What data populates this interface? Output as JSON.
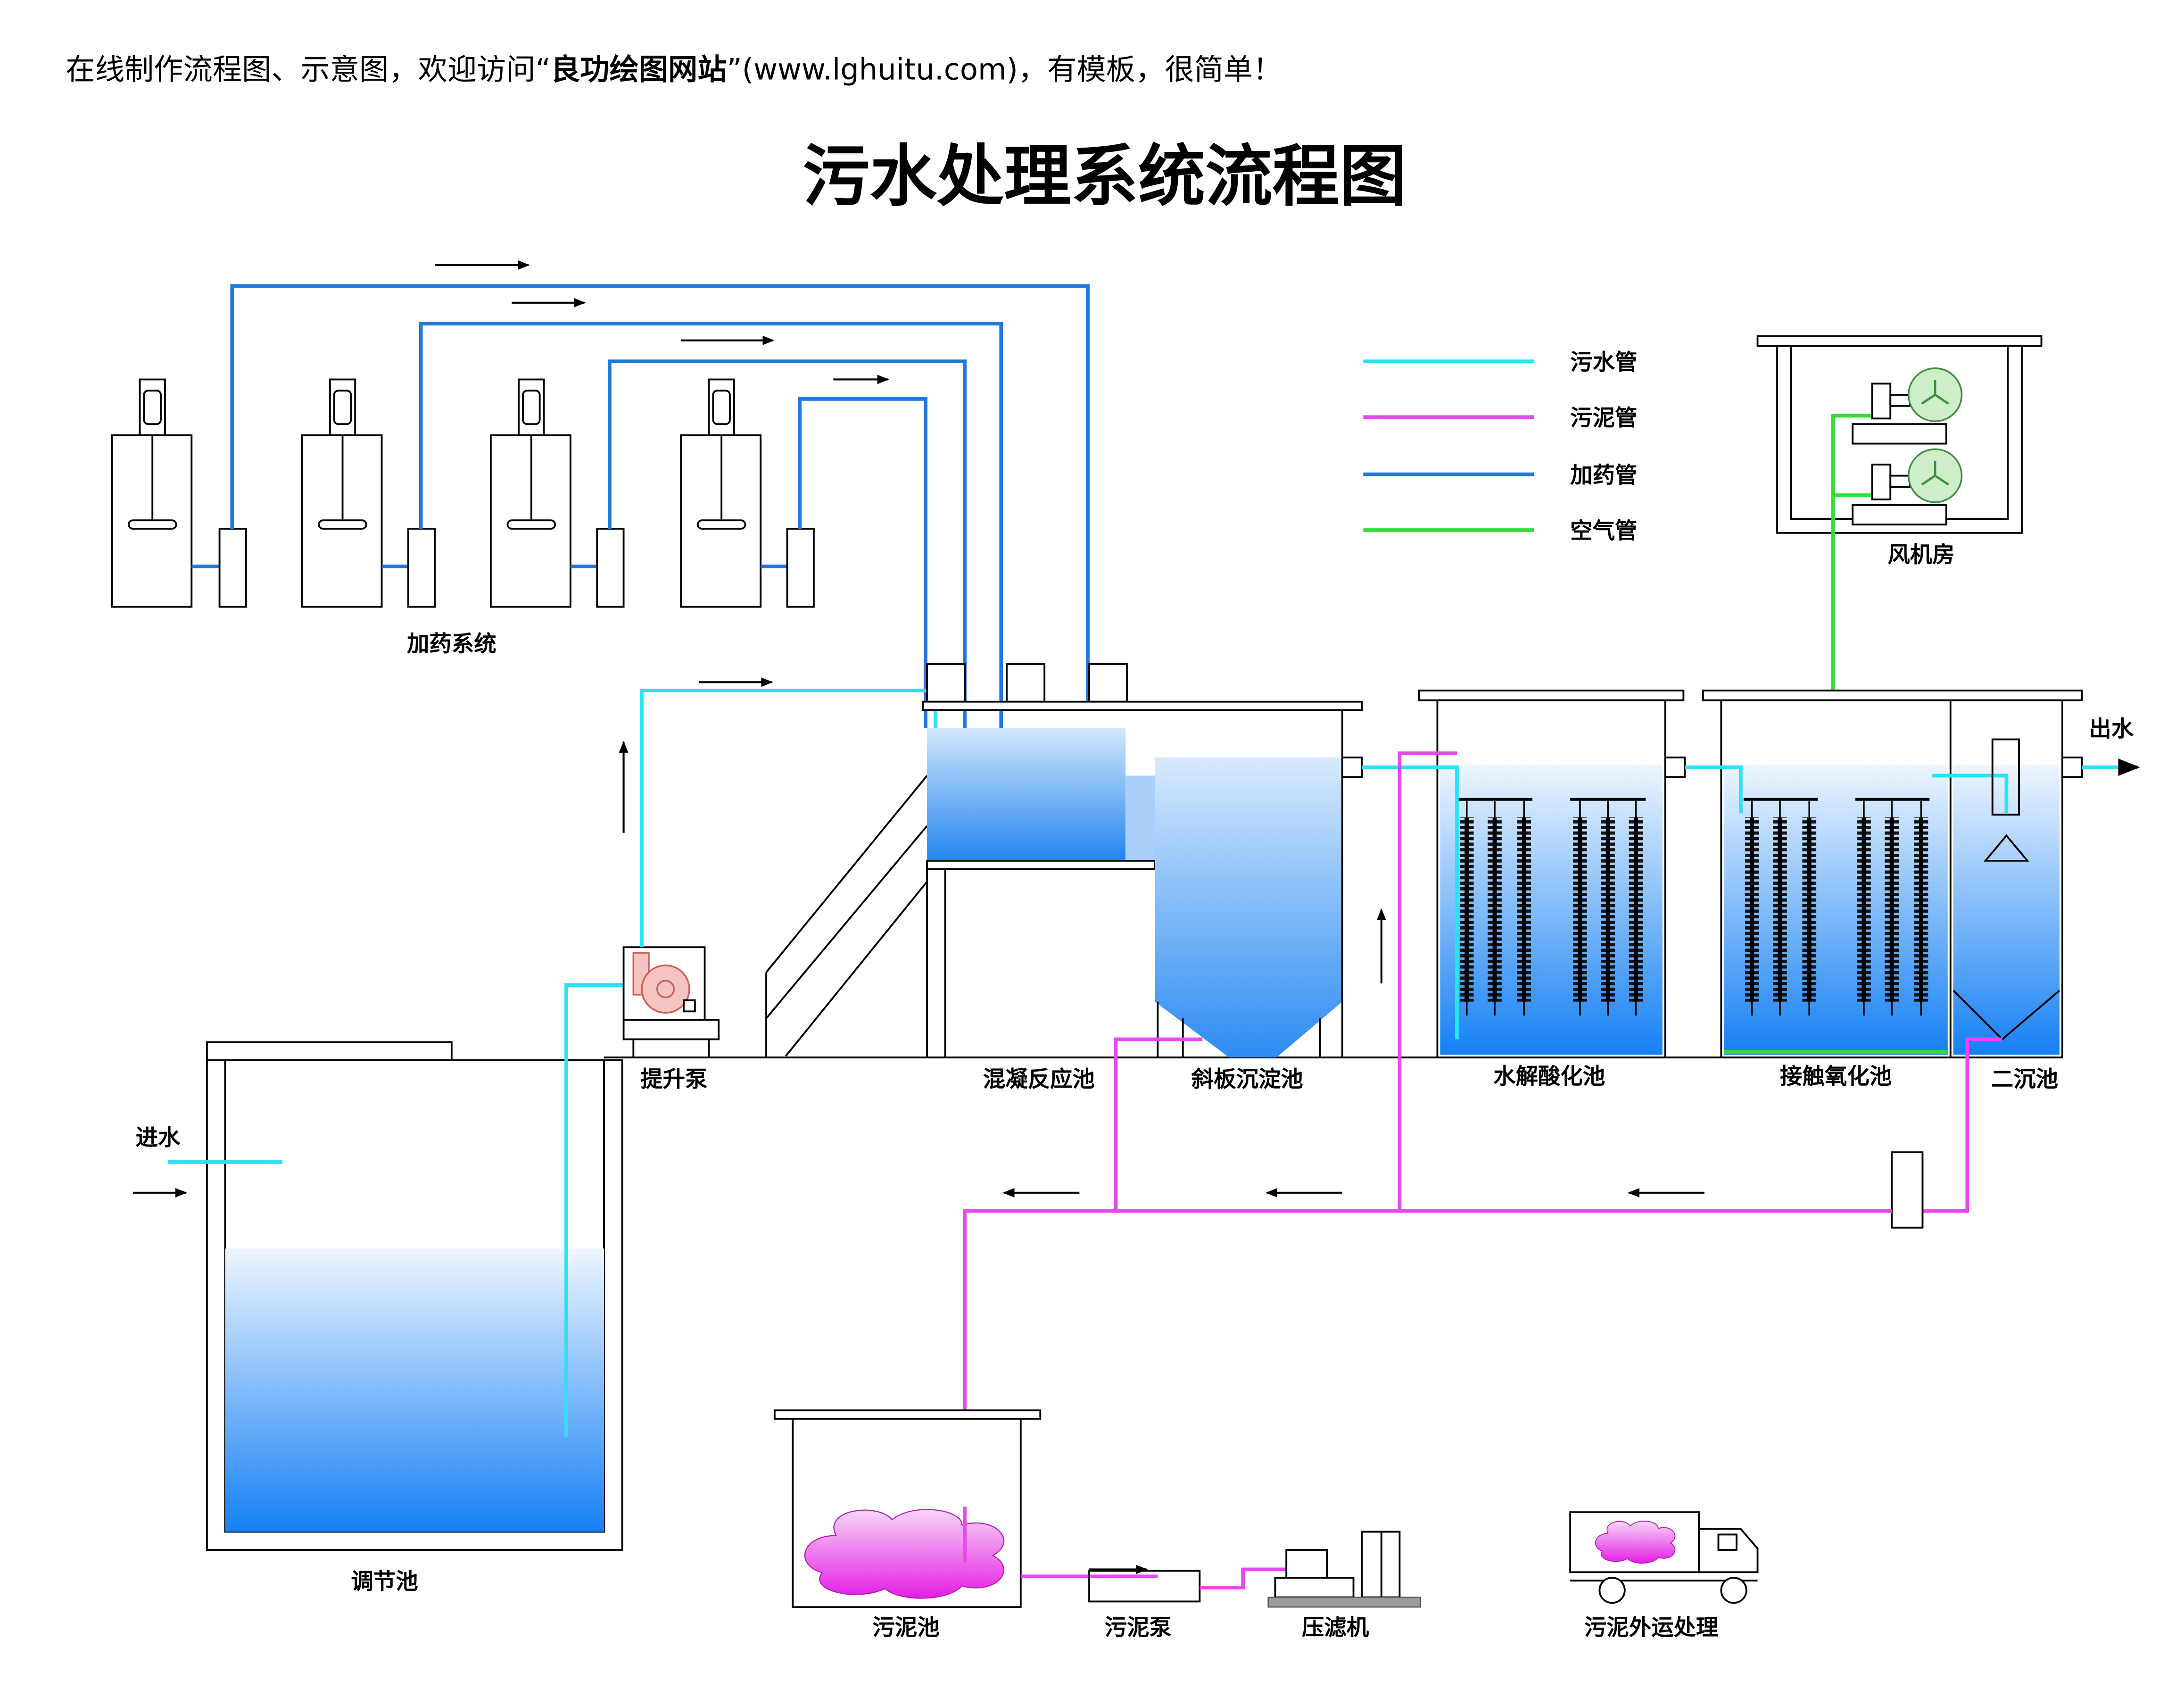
{
  "header": {
    "prefix": "在线制作流程图、示意图，欢迎访问“",
    "brand": "良功绘图网站",
    "suffix": "”(www.lghuitu.com)，有模板，很简单！"
  },
  "title": "污水处理系统流程图",
  "legend": [
    {
      "label": "污水管",
      "color": "#29e3f2"
    },
    {
      "label": "污泥管",
      "color": "#e848ee"
    },
    {
      "label": "加药管",
      "color": "#1f78dc"
    },
    {
      "label": "空气管",
      "color": "#33dd33"
    }
  ],
  "labels": {
    "dosing_system": "加药系统",
    "fan_room": "风机房",
    "lift_pump": "提升泵",
    "coagulation_tank": "混凝反应池",
    "inclined_settler": "斜板沉淀池",
    "hydrolysis_tank": "水解酸化池",
    "contact_oxidation_tank": "接触氧化池",
    "secondary_clarifier": "二沉池",
    "inflow": "进水",
    "outflow": "出水",
    "equalization_tank": "调节池",
    "sludge_tank": "污泥池",
    "sludge_pump": "污泥泵",
    "filter_press": "压滤机",
    "sludge_haulage": "污泥外运处理"
  },
  "icons": {
    "fan": "fan-icon",
    "pump": "pump-icon",
    "truck": "truck-icon",
    "flow_arrow": "arrow-icon"
  }
}
